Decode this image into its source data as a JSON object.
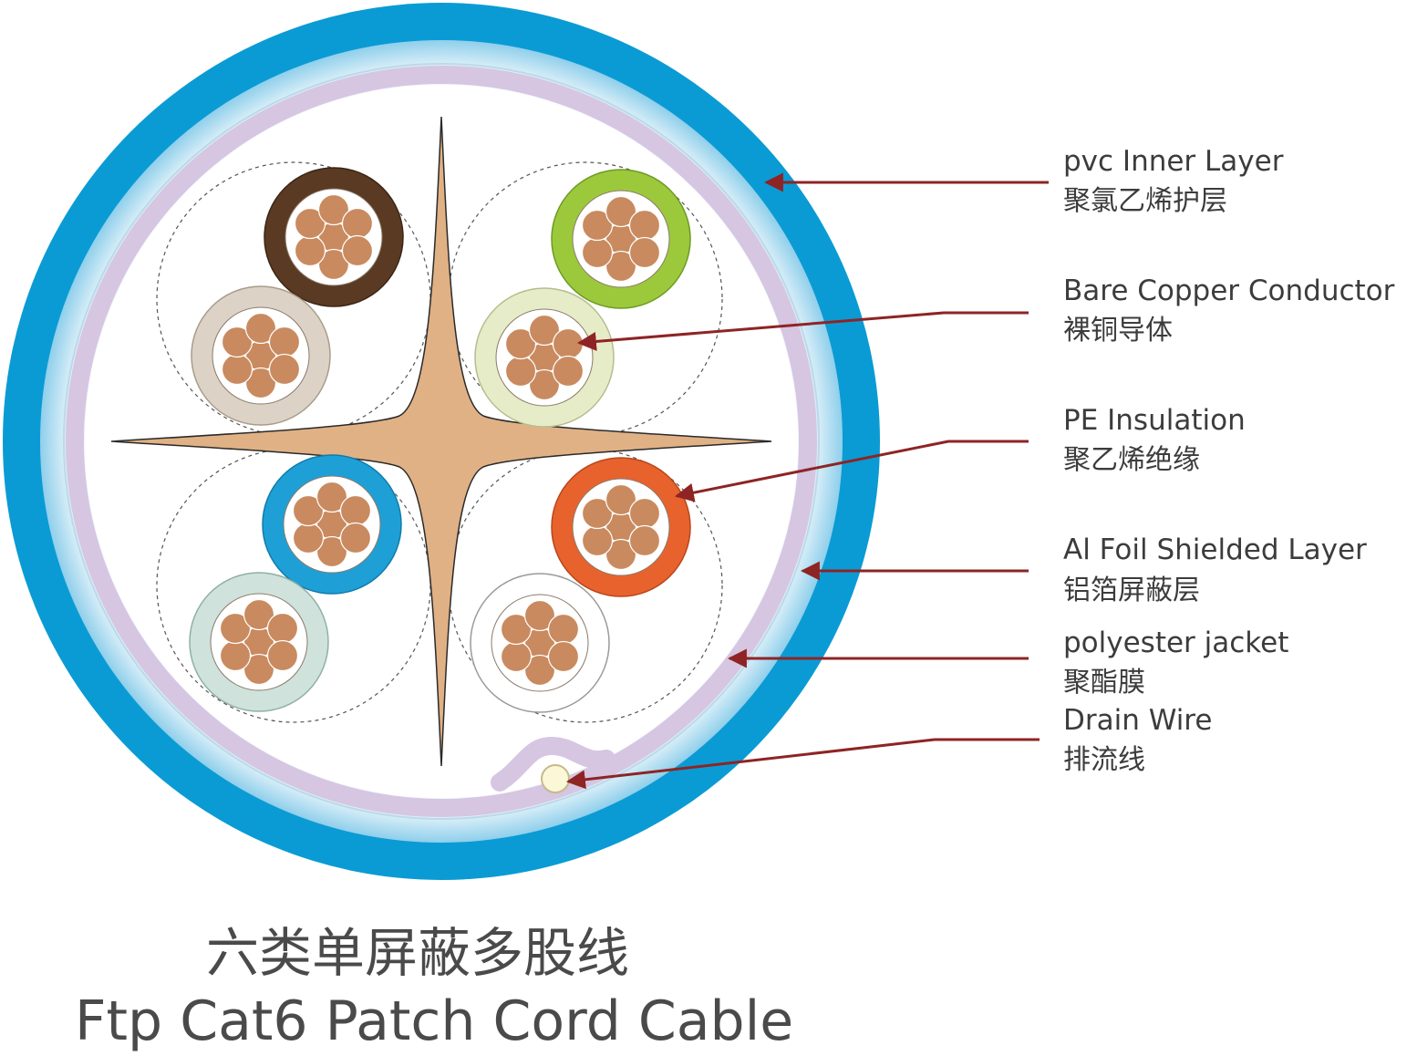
{
  "labels": {
    "pvc_inner_layer": {
      "en": "pvc Inner Layer",
      "zh": "聚氯乙烯护层"
    },
    "bare_copper_conductor": {
      "en": "Bare Copper Conductor",
      "zh": "裸铜导体"
    },
    "pe_insulation": {
      "en": "PE Insulation",
      "zh": "聚乙烯绝缘"
    },
    "al_foil_shielded_layer": {
      "en": "Al Foil Shielded Layer",
      "zh": "铝箔屏蔽层"
    },
    "polyester_jacket": {
      "en": "polyester jacket",
      "zh": "聚酯膜"
    },
    "drain_wire": {
      "en": "Drain Wire",
      "zh": "排流线"
    }
  },
  "title": {
    "zh": "六类单屏蔽多股线",
    "en": "Ftp Cat6 Patch Cord Cable"
  },
  "colors": {
    "outer_jacket": "#0a9bd4",
    "foil_band": "#d6c6e2",
    "cross_filler": "#e0b185",
    "copper_strand": "#c98a5f",
    "leader_line": "#8e2424",
    "text": "#3c3c3c",
    "wire_brown": "#5a3a22",
    "wire_brown_white": "#dcd3c6",
    "wire_green": "#9cc93c",
    "wire_green_white": "#e7ecc8",
    "wire_blue": "#1ea0d6",
    "wire_blue_white": "#cfe2dc",
    "wire_orange": "#e8622e",
    "wire_orange_white": "#ffffff"
  }
}
